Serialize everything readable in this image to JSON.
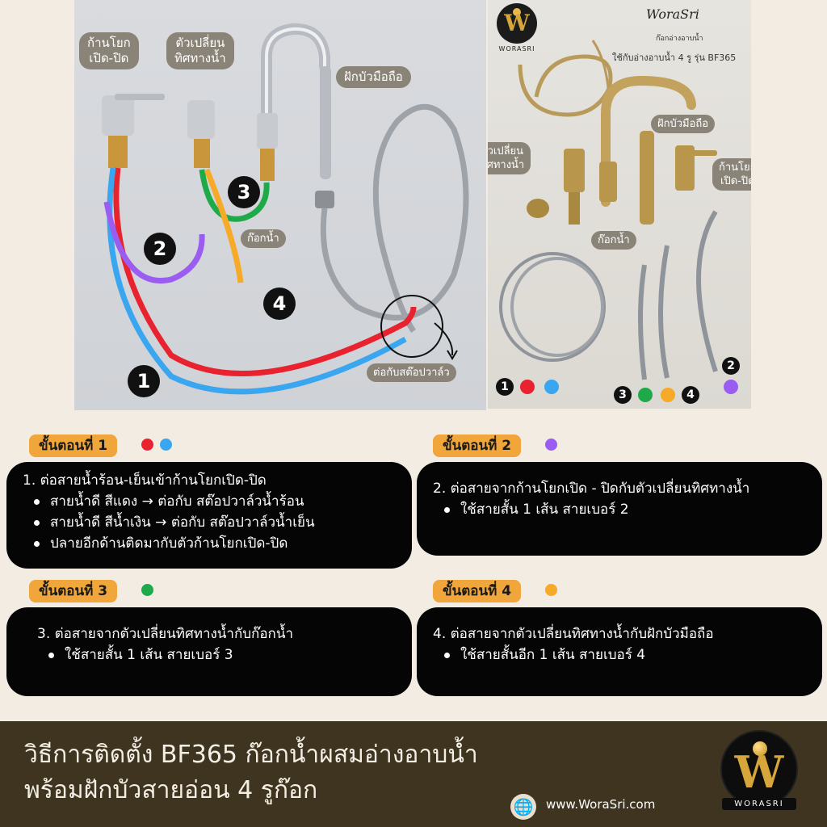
{
  "photo_left": {
    "label_lever": [
      "ก้านโยก",
      "เปิด-ปิด"
    ],
    "label_diverter": [
      "ตัวเปลี่ยน",
      "ทิศทางน้ำ"
    ],
    "label_handshower": "ฝักบัวมือถือ",
    "label_spout": "ก๊อกน้ำ",
    "label_valve": "ต่อกับสต๊อปวาล์ว",
    "badges": [
      "1",
      "2",
      "3",
      "4"
    ]
  },
  "photo_right": {
    "brand_mark_text": "WORASRI",
    "brand_name": "WoraSri",
    "subtitle1": "ก๊อกอ่างอาบน้ำ",
    "subtitle2": "ใช้กับอ่างอาบน้ำ 4 รู รุ่น BF365",
    "label_handshower": "ฝักบัวมือถือ",
    "label_diverter": [
      "ตัวเปลี่ยน",
      "ทิศทางน้ำ"
    ],
    "label_lever": [
      "ก้านโยก",
      "เปิด-ปิด"
    ],
    "label_spout": "ก๊อกน้ำ",
    "badges": [
      "1",
      "2",
      "3",
      "4"
    ]
  },
  "colors": {
    "red": "#e8232f",
    "blue": "#3aa6f0",
    "purple": "#9b5cf2",
    "green": "#1faa4a",
    "orange": "#f7a928",
    "tag": "#f0a63a",
    "footer": "#3e3420"
  },
  "steps": [
    {
      "tag": "ขั้นตอนที่ 1",
      "head": "1. ต่อสายน้ำร้อน-เย็นเข้าก้านโยกเปิด-ปิด",
      "items": [
        "สายน้ำดี สีแดง → ต่อกับ สต๊อปวาล์วน้ำร้อน",
        "สายน้ำดี สีน้ำเงิน → ต่อกับ สต๊อปวาล์วน้ำเย็น",
        "ปลายอีกด้านติดมากับตัวก้านโยกเปิด-ปิด"
      ]
    },
    {
      "tag": "ขั้นตอนที่ 2",
      "head": "2. ต่อสายจากก้านโยกเปิด - ปิดกับตัวเปลี่ยนทิศทางน้ำ",
      "items": [
        "ใช้สายสั้น 1 เส้น  สายเบอร์ 2"
      ]
    },
    {
      "tag": "ขั้นตอนที่ 3",
      "head": "3. ต่อสายจากตัวเปลี่ยนทิศทางน้ำกับก๊อกน้ำ",
      "items": [
        "ใช้สายสั้น 1 เส้น สายเบอร์ 3"
      ]
    },
    {
      "tag": "ขั้นตอนที่ 4",
      "head": "4. ต่อสายจากตัวเปลี่ยนทิศทางน้ำกับฝักบัวมือถือ",
      "items": [
        "ใช้สายสั้นอีก 1 เส้น สายเบอร์ 4"
      ]
    }
  ],
  "footer": {
    "title_line1": "วิธีการติดตั้ง BF365 ก๊อกน้ำผสมอ่างอาบน้ำ",
    "title_line2": "พร้อมฝักบัวสายอ่อน 4 รูก๊อก",
    "website": "www.WoraSri.com",
    "brand_mark_text": "WORASRI",
    "globe_icon": "globe-icon"
  }
}
